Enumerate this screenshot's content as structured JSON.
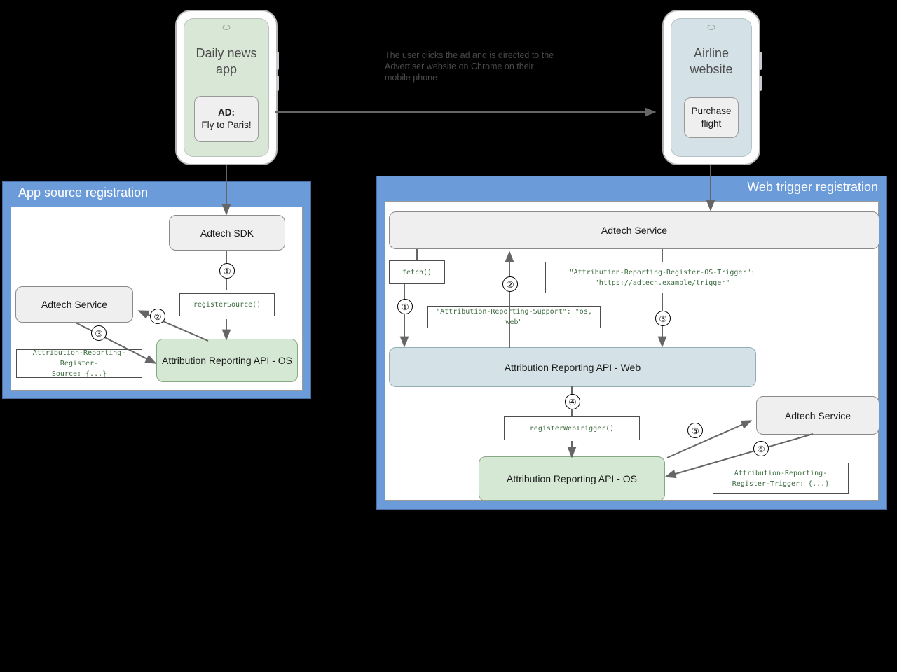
{
  "diagram": {
    "caption": "The user clicks the ad and is directed to the Advertiser website on Chrome on their mobile phone",
    "colors": {
      "panel_blue": "#6c9bd9",
      "node_grey": "#efefef",
      "node_green": "#d5e8d4",
      "node_bluegrey": "#d4e1e6",
      "code_text": "#3d6b40"
    }
  },
  "phones": {
    "left": {
      "title": "Daily news app",
      "card_label": "AD:",
      "card_text": "Fly to Paris!"
    },
    "right": {
      "title": "Airline website",
      "card_text": "Purchase flight"
    }
  },
  "app_panel": {
    "title": "App source registration",
    "nodes": {
      "sdk": "Adtech SDK",
      "adtech_service": "Adtech Service",
      "ar_api_os": "Attribution Reporting API - OS"
    },
    "code": {
      "register_source": "registerSource()",
      "register_source_header": "Attribution-Reporting-Register-\nSource: {...}"
    },
    "steps": [
      "①",
      "②",
      "③"
    ]
  },
  "web_panel": {
    "title": "Web trigger registration",
    "nodes": {
      "adtech_service_top": "Adtech Service",
      "ar_api_web": "Attribution Reporting API - Web",
      "ar_api_os": "Attribution Reporting API - OS",
      "adtech_service_bottom": "Adtech Service"
    },
    "code": {
      "fetch": "fetch()",
      "os_trigger_header": "\"Attribution-Reporting-Register-OS-Trigger\":\n\"https://adtech.example/trigger\"",
      "support_header": "\"Attribution-Reporting-Support\": \"os, web\"",
      "register_web_trigger": "registerWebTrigger()",
      "register_trigger_header": "Attribution-Reporting-\nRegister-Trigger: {...}"
    },
    "steps": [
      "①",
      "②",
      "③",
      "④",
      "⑤",
      "⑥"
    ]
  }
}
